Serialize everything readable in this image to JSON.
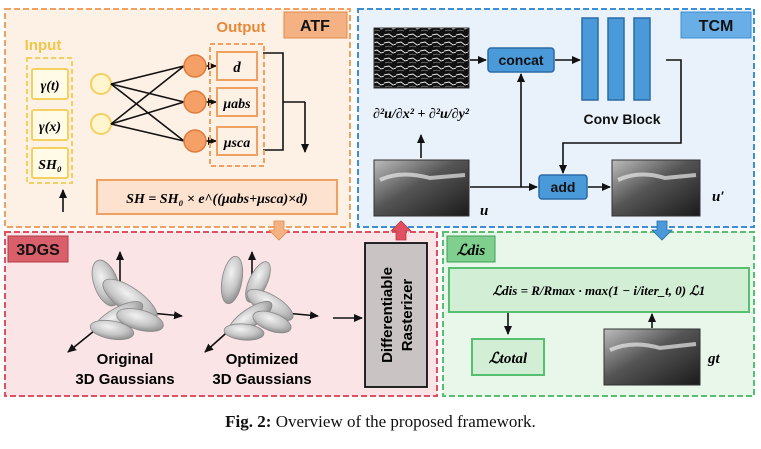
{
  "modules": {
    "atf": {
      "title": "ATF",
      "input_label": "Input",
      "output_label": "Output",
      "inputs": [
        "γ(t)",
        "γ(x)",
        "SH₀"
      ],
      "outputs": [
        "d",
        "μabs",
        "μsca"
      ],
      "equation": "SH = SH₀ × e^((μabs+μsca)×d)"
    },
    "tcm": {
      "title": "TCM",
      "concat": "concat",
      "add": "add",
      "conv_block": "Conv Block",
      "laplacian": "∂²u/∂x² + ∂²u/∂y²",
      "input_var": "u",
      "output_var": "u′"
    },
    "gs3d": {
      "title": "3DGS",
      "original": [
        "Original",
        "3D Gaussians"
      ],
      "optimized": [
        "Optimized",
        "3D Gaussians"
      ],
      "rasterizer": [
        "Differentiable",
        "Rasterizer"
      ]
    },
    "loss": {
      "title": "ℒdis",
      "equation": "ℒdis = R/Rmax · max(1 − i/iter_t, 0) ℒ1",
      "total": "ℒtotal",
      "gt": "gt"
    }
  },
  "caption": {
    "label": "Fig. 2:",
    "text": "Overview of the proposed framework."
  },
  "colors": {
    "atf_border": "#f0a060",
    "atf_fill": "#fdf1e6",
    "atf_title": "#f4b183",
    "tcm_border": "#3d8ed4",
    "tcm_fill": "#e9f2fb",
    "tcm_title": "#6aaee6",
    "gs_border": "#e05060",
    "gs_fill": "#fbe4e6",
    "gs_title": "#d9606b",
    "loss_border": "#56c070",
    "loss_fill": "#e8f7ea",
    "node_fill": "#f5a067",
    "box_blue": "#4a9ad9"
  }
}
